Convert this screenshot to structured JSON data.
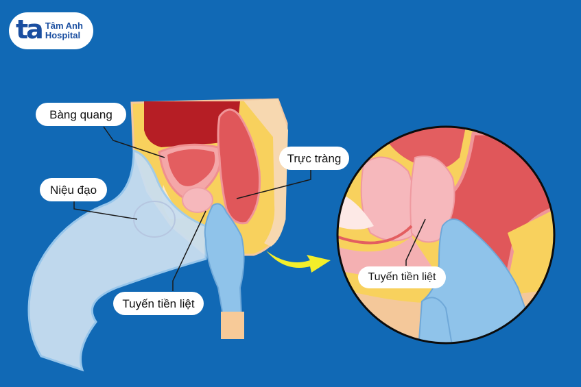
{
  "logo": {
    "mark": "ta",
    "line1": "Tâm Anh",
    "line2": "Hospital"
  },
  "labels": {
    "bladder": "Bàng quang",
    "urethra": "Niệu đạo",
    "rectum": "Trực tràng",
    "prostate": "Tuyến tiền liệt",
    "prostate_zoom": "Tuyến tiền liệt"
  },
  "colors": {
    "background": "#1169b5",
    "logo_blue": "#1a4ea0",
    "arrow": "#f4ee2a",
    "glove": "#8fc3ea",
    "rectum": "#e0575a",
    "fat": "#f8d15d",
    "prostate": "#f6b8bc",
    "body": "#c9def0"
  }
}
